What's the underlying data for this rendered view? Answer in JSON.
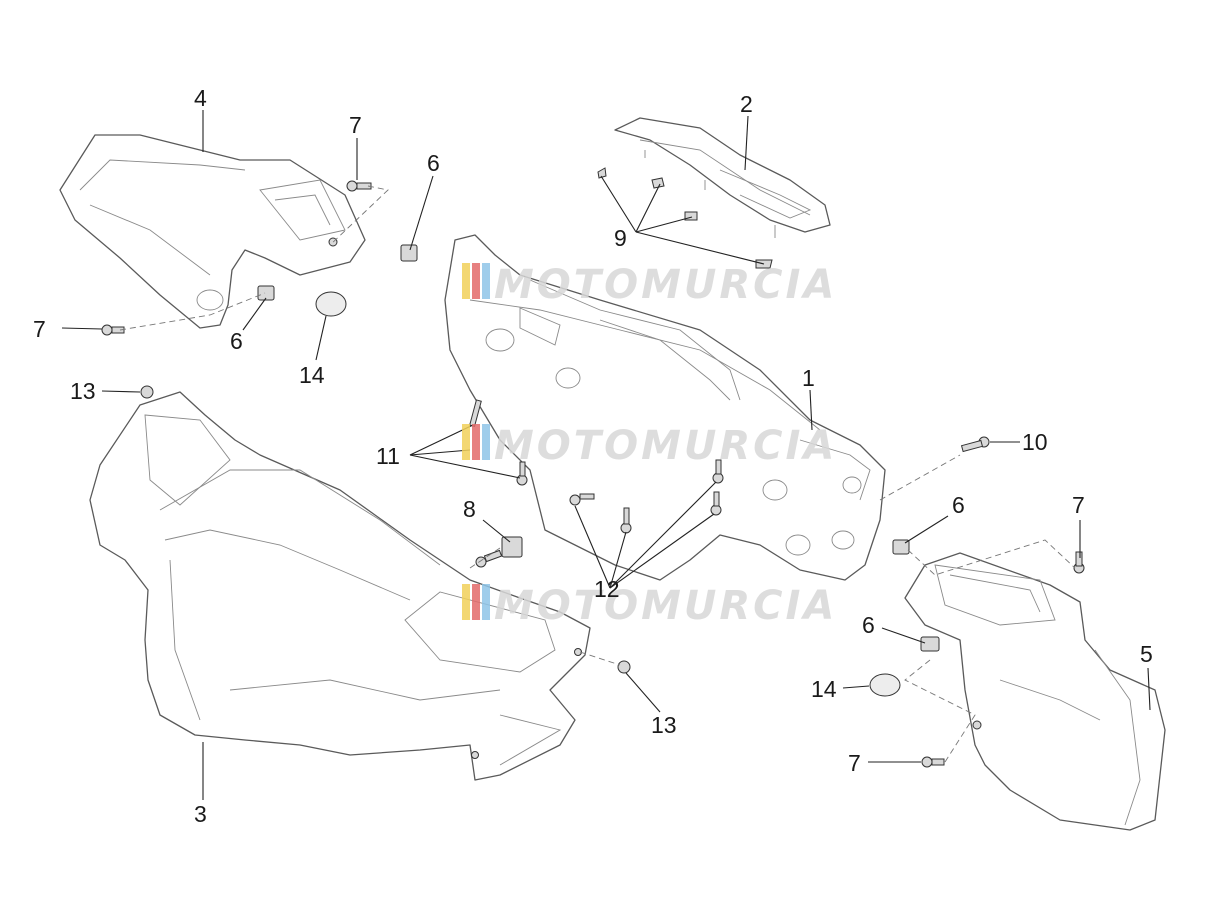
{
  "callouts": {
    "c1": "1",
    "c2": "2",
    "c3": "3",
    "c4": "4",
    "c5": "5",
    "c6": "6",
    "c7": "7",
    "c8": "8",
    "c9": "9",
    "c10": "10",
    "c11": "11",
    "c12": "12",
    "c13": "13",
    "c14": "14"
  },
  "watermark": {
    "text": "MOTOMURCIA",
    "color": "#d8d8d8",
    "logo_colors": [
      "#f2d15a",
      "#e36b6b",
      "#8fc5e8"
    ]
  },
  "colors": {
    "line": "#5a5a5a",
    "text": "#1a1a1a"
  }
}
